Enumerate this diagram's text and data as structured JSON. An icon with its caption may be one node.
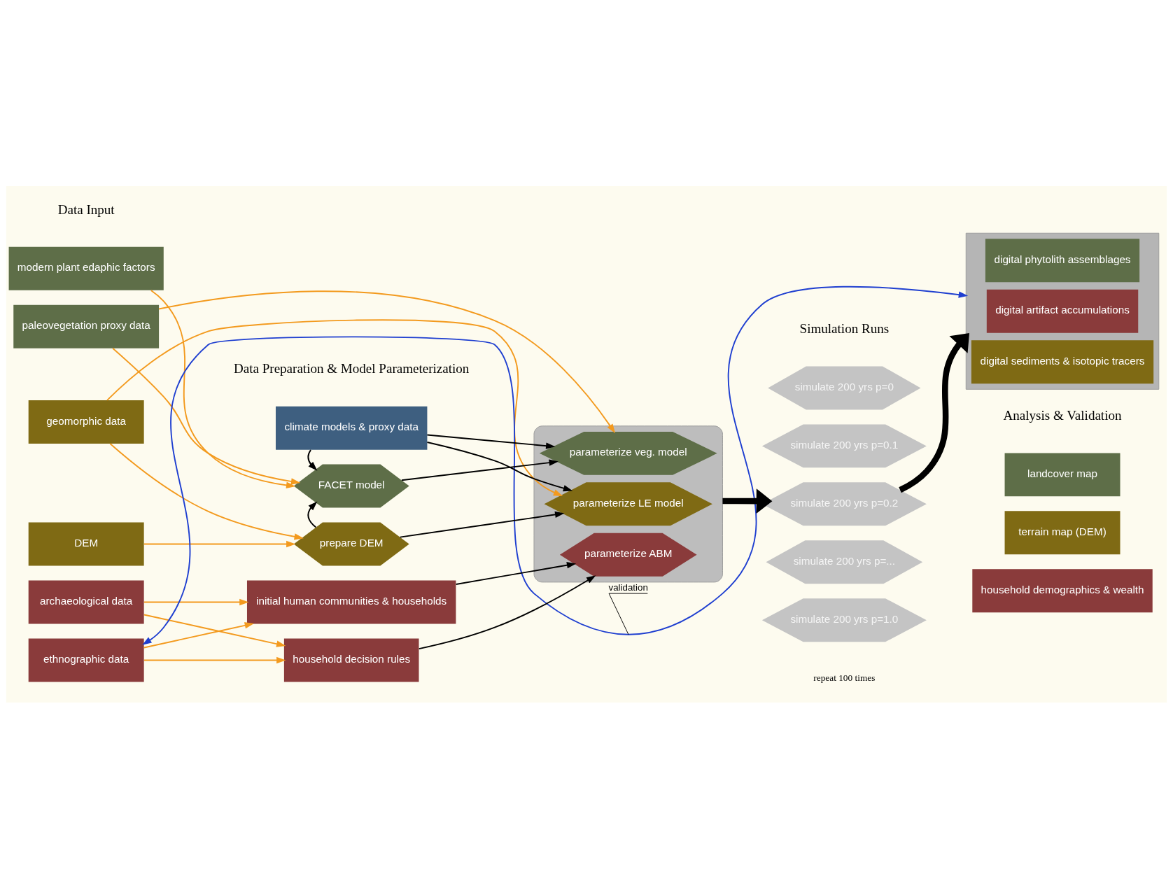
{
  "diagram": {
    "nodes": [
      {
        "text": [
          "modern plant edaphic factors"
        ]
      },
      {
        "text": [
          "paleovegetation proxy data"
        ]
      },
      {
        "text": [
          "geomorphic data"
        ]
      },
      {
        "text": [
          "DEM"
        ]
      },
      {
        "text": [
          "archaeological data"
        ]
      },
      {
        "text": [
          "ethnographic data"
        ]
      },
      {
        "text": [
          "climate models & proxy data"
        ]
      },
      {
        "text": [
          "FACET model"
        ]
      },
      {
        "text": [
          "prepare DEM"
        ]
      },
      {
        "text": [
          "initial human communities & households"
        ]
      },
      {
        "text": [
          "household decision rules"
        ]
      },
      {
        "text": [],
        "shape": "hexagon"
      },
      {
        "text": [
          "parameterize veg. model"
        ],
        "in": 11
      },
      {
        "text": [
          "parameterize LE model"
        ],
        "in": 11
      },
      {
        "text": [
          "parameterize ABM"
        ],
        "in": 11
      },
      {
        "text": [
          "simulate 200 yrs p=0"
        ]
      },
      {
        "text": [
          "simulate 200 yrs p=0.1"
        ]
      },
      {
        "text": [
          "simulate 200 yrs p=0.2"
        ]
      },
      {
        "text": [
          "simulate 200 yrs p=..."
        ]
      },
      {
        "text": [
          "simulate 200 yrs p=1.0"
        ]
      },
      {
        "text": [
          "landcover map"
        ]
      },
      {
        "text": [
          "terrain map (DEM)"
        ]
      },
      {
        "text": [
          "household demographics & wealth"
        ]
      },
      {
        "text": [],
        "shape": "box"
      },
      {
        "text": [
          "digital phytolith assemblages"
        ],
        "in": 23
      },
      {
        "text": [
          "digital artifact accumulations"
        ],
        "in": 23
      },
      {
        "text": [
          "digital sediments & isotopic tracers"
        ],
        "in": 23
      }
    ],
    "edges": [
      {
        "from": 0,
        "to": 7,
        "arrow": "to",
        "color": "#f39a1e"
      },
      {
        "from": 1,
        "to": 7,
        "arrow": "to",
        "color": "#f39a1e"
      },
      {
        "from": 1,
        "to": 12,
        "arrow": "to",
        "color": "#f39a1e"
      },
      {
        "from": 2,
        "to": 13,
        "arrow": "to",
        "color": "#f39a1e"
      },
      {
        "from": 2,
        "to": 8,
        "arrow": "to",
        "color": "#f39a1e"
      },
      {
        "from": 3,
        "to": 8,
        "arrow": "to",
        "color": "#f39a1e"
      },
      {
        "from": 4,
        "to": 9,
        "arrow": "to",
        "color": "#f39a1e"
      },
      {
        "from": 4,
        "to": 10,
        "arrow": "to",
        "color": "#f39a1e"
      },
      {
        "from": 5,
        "to": 9,
        "arrow": "to",
        "color": "#f39a1e"
      },
      {
        "from": 5,
        "to": 10,
        "arrow": "to",
        "color": "#f39a1e"
      },
      {
        "from": 6,
        "to": 7,
        "arrow": "to",
        "color": "#000000"
      },
      {
        "from": 6,
        "to": 12,
        "arrow": "to",
        "color": "#000000"
      },
      {
        "from": 6,
        "to": 13,
        "arrow": "to",
        "color": "#000000"
      },
      {
        "from": 7,
        "to": 12,
        "arrow": "to",
        "color": "#000000"
      },
      {
        "from": 8,
        "to": 7,
        "arrow": "to",
        "color": "#000000"
      },
      {
        "from": 8,
        "to": 13,
        "arrow": "to",
        "color": "#000000"
      },
      {
        "from": 9,
        "to": 14,
        "arrow": "to",
        "color": "#000000"
      },
      {
        "from": 10,
        "to": 14,
        "arrow": "to",
        "color": "#000000"
      },
      {
        "from": 11,
        "to": 17,
        "arrow": "to",
        "style": "thick",
        "color": "#000000"
      },
      {
        "from": 17,
        "to": 23,
        "arrow": "to",
        "style": "thick",
        "color": "#000000"
      },
      {
        "from": 5,
        "to": 23,
        "arrow": "both",
        "label": "validation",
        "color": "#1f3fd0"
      }
    ],
    "labels": [
      "Data Input",
      "Data Preparation & Model Parameterization",
      "Simulation Runs",
      "Analysis & Validation",
      "repeat 100 times"
    ]
  }
}
